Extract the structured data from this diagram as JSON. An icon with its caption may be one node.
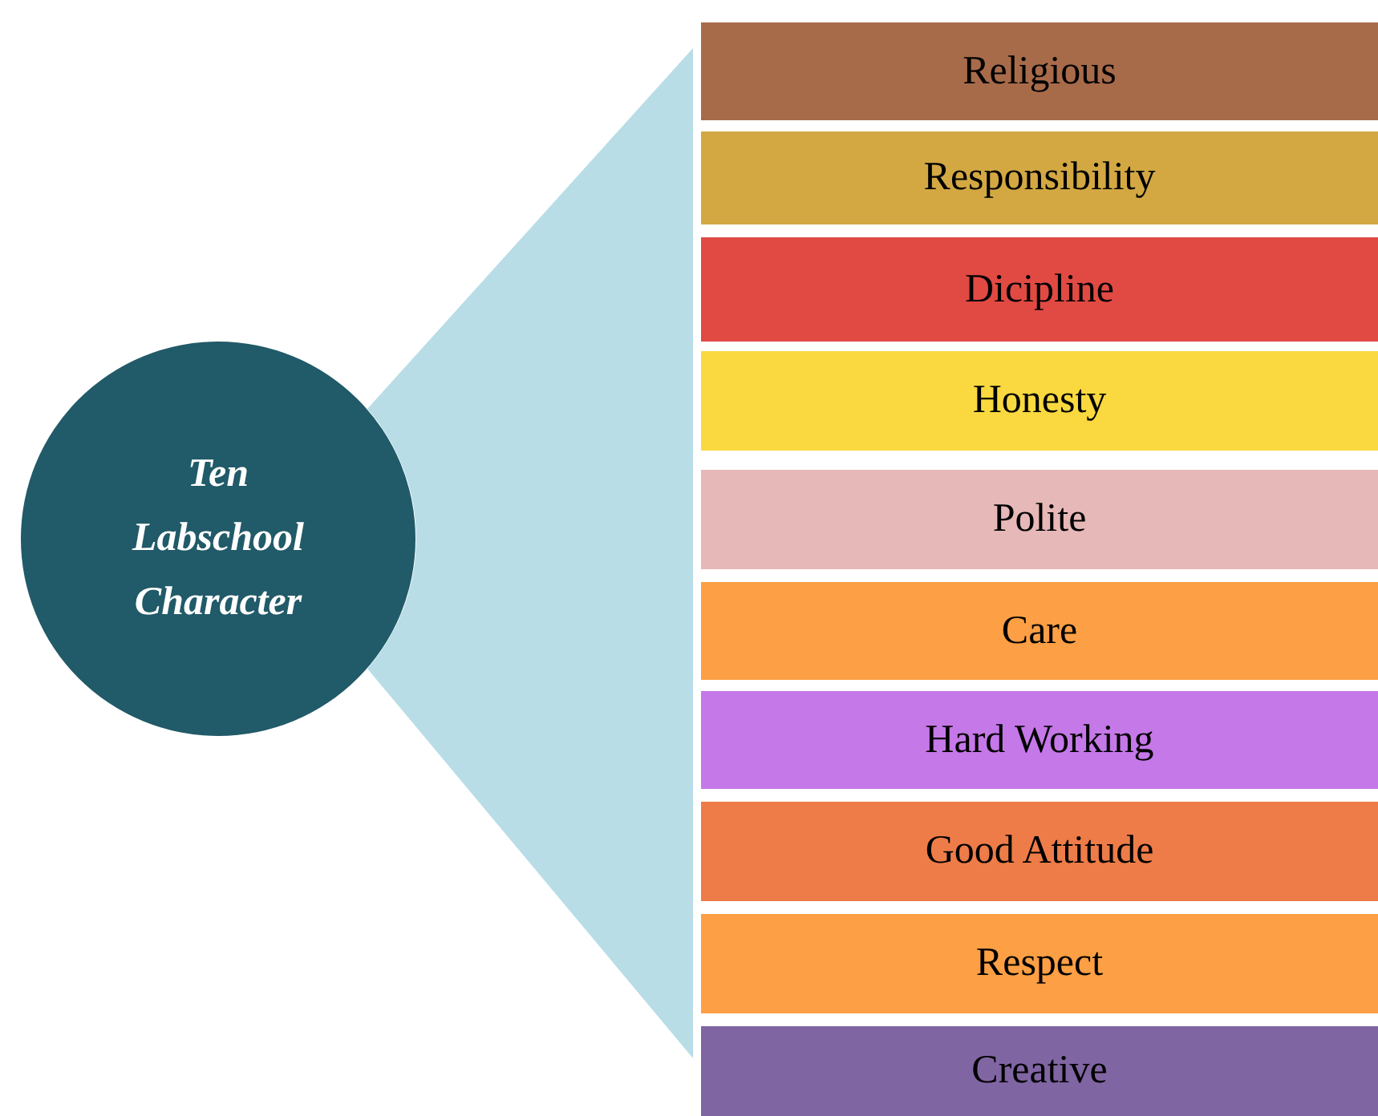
{
  "diagram": {
    "nodes": [
      {
        "text": [
          "Ten Labschool Character"
        ]
      },
      {
        "text": [],
        "shape": "wedge"
      },
      {
        "text": [
          "Religious"
        ]
      },
      {
        "text": [
          "Responsibility"
        ]
      },
      {
        "text": [
          "Dicipline"
        ]
      },
      {
        "text": [
          "Honesty"
        ]
      },
      {
        "text": [
          "Polite"
        ]
      },
      {
        "text": [
          "Care"
        ]
      },
      {
        "text": [
          "Hard Working"
        ]
      },
      {
        "text": [
          "Good Attitude"
        ]
      },
      {
        "text": [
          "Respect"
        ]
      },
      {
        "text": [
          "Creative"
        ]
      }
    ]
  }
}
